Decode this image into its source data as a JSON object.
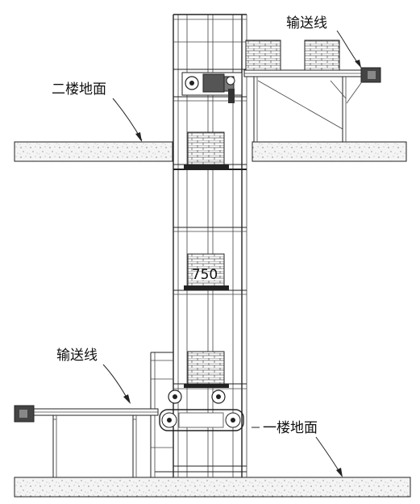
{
  "labels": {
    "conveyor_top": "输送线",
    "second_floor": "二楼地面",
    "conveyor_bottom": "输送线",
    "first_floor": "一楼地面",
    "weight_tag": "750"
  }
}
